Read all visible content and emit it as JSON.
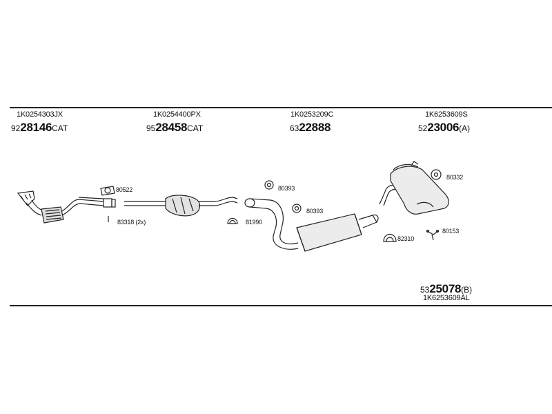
{
  "groups": [
    {
      "oe": "1K0254303JX",
      "prefix": "92",
      "main": "28146",
      "suffix": "CAT"
    },
    {
      "oe": "1K0254400PX",
      "prefix": "95",
      "main": "28458",
      "suffix": "CAT"
    },
    {
      "oe": "1K0253209C",
      "prefix": "63",
      "main": "22888",
      "suffix": ""
    },
    {
      "oe": "1K6253609S",
      "prefix": "52",
      "main": "23006",
      "suffix": "(A)"
    }
  ],
  "alt_part": {
    "oe": "1K6253609AL",
    "prefix": "53",
    "main": "25078",
    "suffix": "(B)"
  },
  "accessories": {
    "gasket_80522": "80522",
    "clamp_83318": "83318 (2x)",
    "ring_81990": "81990",
    "ring_80393_a": "80393",
    "ring_80393_b": "80393",
    "clamp_82310": "82310",
    "hanger_80332": "80332",
    "bracket_80153": "80153"
  }
}
